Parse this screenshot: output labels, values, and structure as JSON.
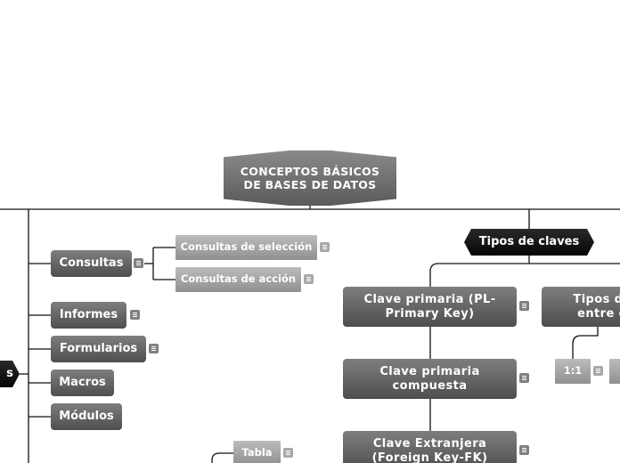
{
  "root": {
    "title": "CONCEPTOS BÁSICOS DE BASES DE DATOS"
  },
  "left_branch": {
    "label": "s",
    "children": [
      {
        "label": "Consultas",
        "children": [
          "Consultas de selección",
          "Consultas de acción"
        ]
      },
      {
        "label": "Informes"
      },
      {
        "label": "Formularios"
      },
      {
        "label": "Macros"
      },
      {
        "label": "Módulos"
      }
    ],
    "table_node": "Tabla"
  },
  "right_branch": {
    "label": "Tipos de claves",
    "keys": [
      {
        "label": "Clave primaria (PL-Primary Key)"
      },
      {
        "label": "Clave primaria compuesta"
      },
      {
        "label": "Clave Extranjera (Foreign Key-FK)"
      }
    ],
    "relations": {
      "label": "Tipos de entre e",
      "child": "1:1"
    }
  },
  "colors": {
    "dark_node": "#5e5e5e",
    "light_node": "#a6a6a6",
    "black_node": "#111111",
    "line": "#000000"
  }
}
